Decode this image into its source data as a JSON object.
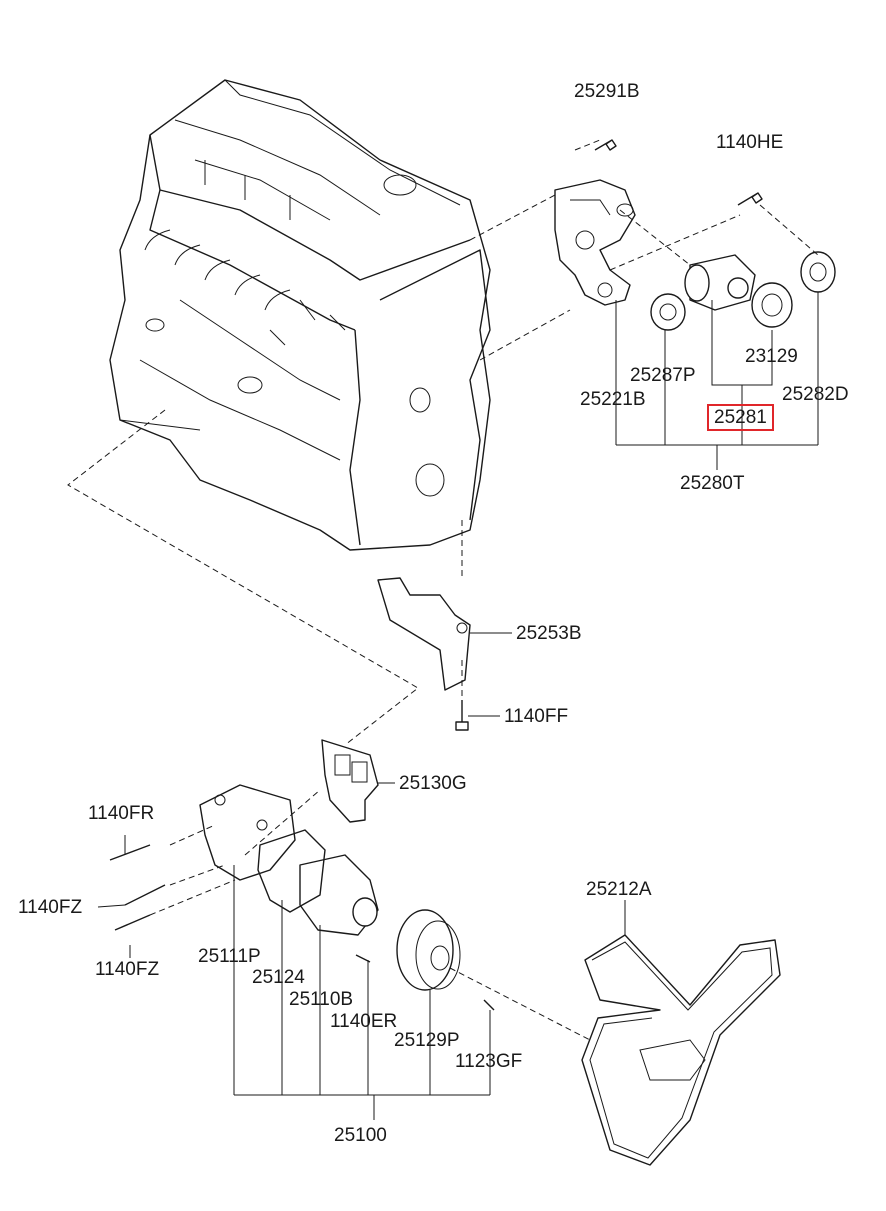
{
  "colors": {
    "highlight": "#e0262a",
    "ink": "#1a1a1a"
  },
  "labels": {
    "l_25291B": "25291B",
    "l_1140HE": "1140HE",
    "l_25287P": "25287P",
    "l_23129": "23129",
    "l_25221B": "25221B",
    "l_25281": "25281",
    "l_25282D": "25282D",
    "l_25280T": "25280T",
    "l_25253B": "25253B",
    "l_1140FF": "1140FF",
    "l_25130G": "25130G",
    "l_1140FR": "1140FR",
    "l_1140FZ_a": "1140FZ",
    "l_1140FZ_b": "1140FZ",
    "l_25212A": "25212A",
    "l_25111P": "25111P",
    "l_25124": "25124",
    "l_25110B": "25110B",
    "l_1140ER": "1140ER",
    "l_25129P": "25129P",
    "l_1123GF": "1123GF",
    "l_25100": "25100"
  },
  "highlighted_part": "25281"
}
